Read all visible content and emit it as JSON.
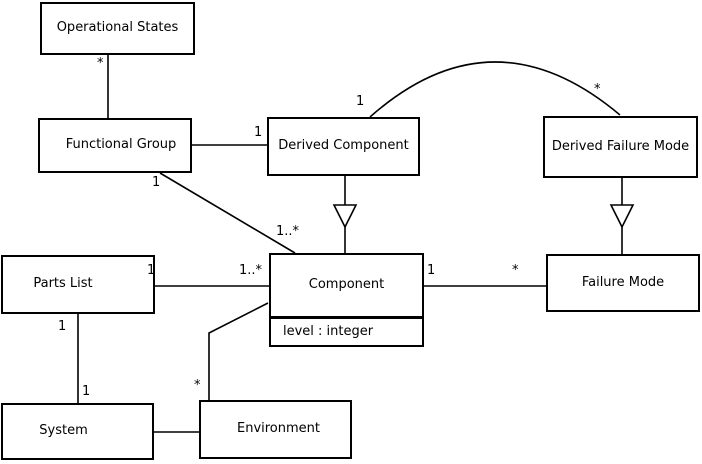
{
  "diagram_type": "UML class diagram",
  "colors": {
    "background": "#ffffff",
    "line": "#000000",
    "box_fill": "#ffffff",
    "text": "#000000"
  },
  "classes": {
    "operational_states": {
      "name": "Operational States"
    },
    "functional_group": {
      "name": "Functional Group"
    },
    "derived_component": {
      "name": "Derived Component"
    },
    "derived_failure_mode": {
      "name": "Derived Failure Mode"
    },
    "parts_list": {
      "name": "Parts List"
    },
    "component": {
      "name": "Component",
      "attributes": [
        "level : integer"
      ]
    },
    "failure_mode": {
      "name": "Failure Mode"
    },
    "system": {
      "name": "System"
    },
    "environment": {
      "name": "Environment"
    }
  },
  "relations": [
    {
      "from": "Functional Group",
      "to": "Operational States",
      "type": "association",
      "label_at_operational_states": "*"
    },
    {
      "from": "Functional Group",
      "to": "Derived Component",
      "type": "association",
      "label_at_derived_component": "1"
    },
    {
      "from": "Functional Group",
      "to": "Component",
      "type": "association",
      "label_at_functional_group": "1",
      "label_at_component": "1..*"
    },
    {
      "from": "Derived Component",
      "to": "Derived Failure Mode",
      "type": "association-arc",
      "label_at_derived_component": "1",
      "label_at_derived_failure_mode": "*"
    },
    {
      "from": "Derived Component",
      "to": "Component",
      "type": "generalization"
    },
    {
      "from": "Derived Failure Mode",
      "to": "Failure Mode",
      "type": "generalization"
    },
    {
      "from": "Parts List",
      "to": "Component",
      "type": "association",
      "label_at_parts_list": "1",
      "label_at_component": "1..*"
    },
    {
      "from": "Component",
      "to": "Failure Mode",
      "type": "association",
      "label_at_component": "1",
      "label_at_failure_mode": "*"
    },
    {
      "from": "Parts List",
      "to": "System",
      "type": "association",
      "label_at_parts_list": "1",
      "label_at_system": "1"
    },
    {
      "from": "System",
      "to": "Environment",
      "type": "association"
    },
    {
      "from": "Environment",
      "to": "Component",
      "type": "association",
      "label_at_environment": "*"
    }
  ]
}
